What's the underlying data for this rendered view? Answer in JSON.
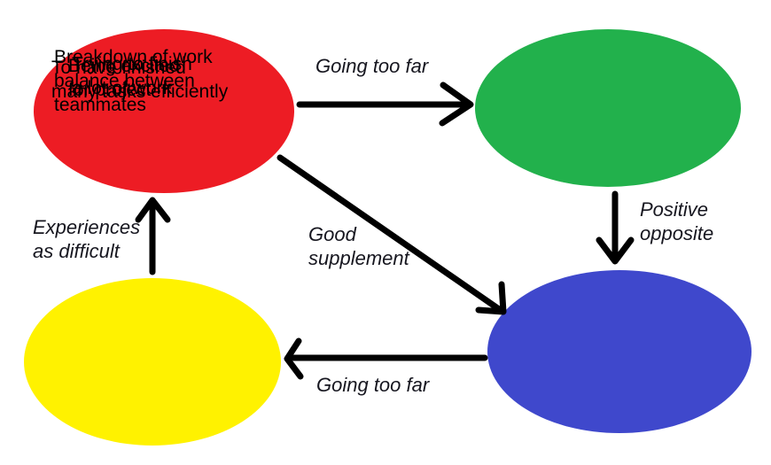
{
  "colors": {
    "background": "#ffffff",
    "ink": "#000000",
    "label_ink": "#16161f",
    "node_red": "#ed1c24",
    "node_green": "#22b14c",
    "node_blue": "#3f48cc",
    "node_yellow": "#fff200"
  },
  "nodes": {
    "red": {
      "color": "#ed1c24",
      "lines": [
        "Being excited",
        "for project"
      ]
    },
    "green": {
      "color": "#22b14c",
      "lines": [
        "Trying to finish",
        "a lot of work"
      ]
    },
    "blue": {
      "color": "#3f48cc",
      "lines": [
        "To have finished",
        "many tasks efficiently"
      ]
    },
    "yellow": {
      "color": "#fff200",
      "lines": [
        "Breakdown of work",
        "balance between",
        "teammates"
      ]
    }
  },
  "edges": {
    "red_to_green": {
      "from": "red",
      "to": "green",
      "label_lines": [
        "Going too far"
      ]
    },
    "green_to_blue": {
      "from": "green",
      "to": "blue",
      "label_lines": [
        "Positive",
        "opposite"
      ]
    },
    "red_to_blue": {
      "from": "red",
      "to": "blue",
      "label_lines": [
        "Good",
        "supplement"
      ]
    },
    "blue_to_yellow": {
      "from": "blue",
      "to": "yellow",
      "label_lines": [
        "Going too far"
      ]
    },
    "yellow_to_red": {
      "from": "yellow",
      "to": "red",
      "label_lines": [
        "Experiences",
        "as difficult"
      ]
    }
  }
}
